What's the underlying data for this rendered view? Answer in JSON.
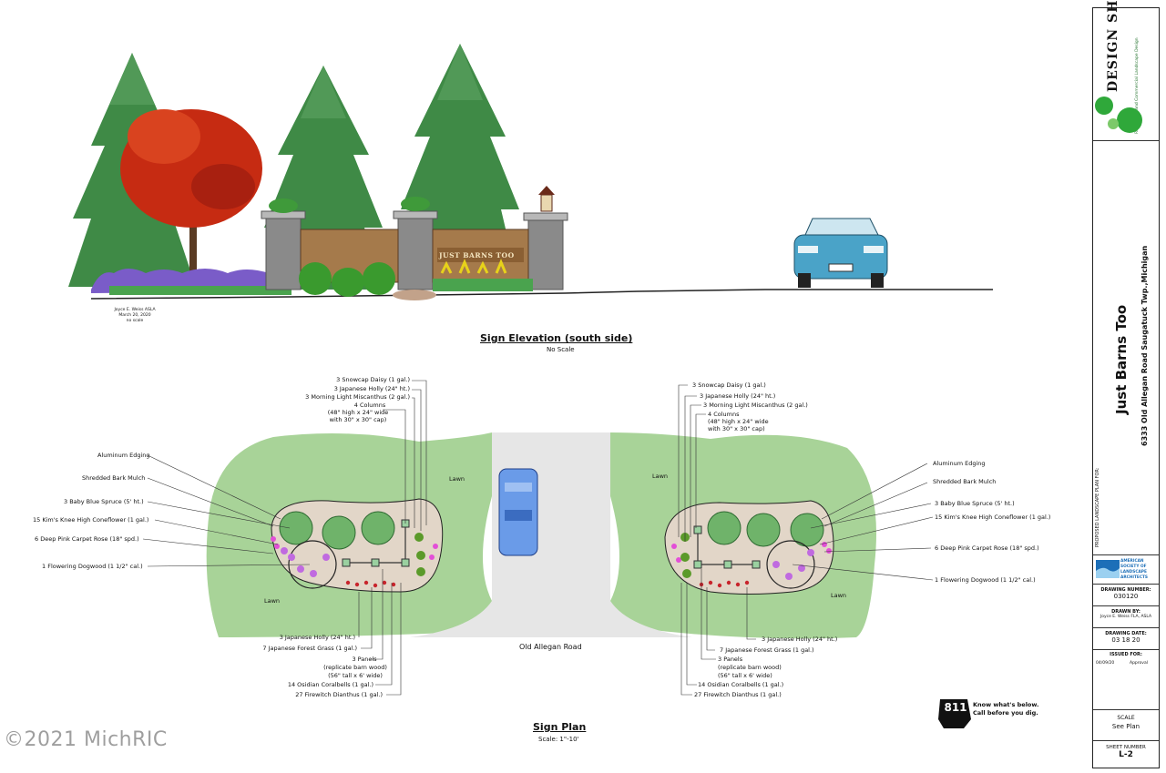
{
  "elevation": {
    "title": "Sign Elevation (south side)",
    "scale": "No Scale",
    "sign_text": "JUST BARNS TOO",
    "designer_note": [
      "Joyce E. Weiss ASLA",
      "March 20, 2020",
      "no scale"
    ]
  },
  "plan": {
    "title": "Sign Plan",
    "scale": "Scale: 1\"-10'",
    "road_label": "Old Allegan Road",
    "lawn_label": "Lawn",
    "left_top_labels": [
      "3 Snowcap Daisy (1 gal.)",
      "3 Japanese Holly (24\" ht.)",
      "3 Morning Light Miscanthus (2 gal.)",
      "4 Columns",
      "(48\" high x 24\" wide",
      "with 30\" x 30\" cap)"
    ],
    "left_side_labels": [
      "Aluminum Edging",
      "Shredded Bark Mulch",
      "3 Baby Blue Spruce (5' ht.)",
      "15 Kim's Knee High Coneflower (1 gal.)",
      "6 Deep Pink Carpet Rose (18\" spd.)",
      "1 Flowering Dogwood (1 1/2\" cal.)"
    ],
    "left_bottom_labels": [
      "3 Japanese Holly (24\" ht.)",
      "7 Japanese Forest Grass (1 gal.)",
      "3 Panels",
      "(replicate barn wood)",
      "(56\" tall x 6' wide)",
      "14 Osidian Coralbells (1 gal.)",
      "27 Firewitch Dianthus (1 gal.)"
    ],
    "right_top_labels": [
      "3 Snowcap Daisy (1 gal.)",
      "3 Japanese Holly (24\" ht.)",
      "3 Morning Light Miscanthus (2 gal.)",
      "4 Columns",
      "(48\" high x 24\" wide",
      "with 30\" x 30\" cap)"
    ],
    "right_side_labels": [
      "Aluminum Edging",
      "Shredded Bark Mulch",
      "3 Baby Blue Spruce (5' ht.)",
      "15 Kim's Knee High Coneflower (1 gal.)",
      "6 Deep Pink Carpet Rose (18\" spd.)",
      "1 Flowering Dogwood (1 1/2\" cal.)"
    ],
    "right_bottom_labels": [
      "3 Japanese Holly (24\" ht.)",
      "7 Japanese Forest Grass (1 gal.)",
      "3 Panels",
      "(replicate barn wood)",
      "(56\" tall x 6' wide)",
      "14 Osidian Coralbells (1 gal.)",
      "27 Firewitch Dianthus (1 gal.)"
    ]
  },
  "utility": {
    "badge": "811",
    "line1": "Know what's below.",
    "line2": "Call before you dig."
  },
  "title_block": {
    "firm": "DESIGN SHAPES",
    "firm_sub": "Residential and Commercial Landscape Design",
    "project_label": "PROPOSED LANDSCAPE PLAN FOR:",
    "project_name": "Just Barns Too",
    "project_address": "6333 Old Allegan Road  Saugatuck Twp.,Michigan",
    "asla": "AMERICAN SOCIETY OF LANDSCAPE ARCHITECTS",
    "drawing_number_label": "DRAWING NUMBER:",
    "drawing_number": "030120",
    "drawn_by_label": "DRAWN BY:",
    "drawn_by": "Joyce E. Weiss FLA, ASLA",
    "drawing_date_label": "DRAWING DATE:",
    "drawing_date": "03 18 20",
    "issued_label": "ISSUED FOR:",
    "issued_date": "04/09/20",
    "issued_for": "Approval",
    "scale_label": "SCALE",
    "scale_value": "See Plan",
    "sheet_label": "SHEET NUMBER",
    "sheet_number": "L-2"
  },
  "watermark": "©2021 MichRIC",
  "colors": {
    "lawn": "#a8d398",
    "bed": "#e2d6c8",
    "road": "#e6e6e6",
    "spruce": "#3f8a46",
    "maple": "#c62b12",
    "stone": "#8a8a8a",
    "wood": "#a57a4b",
    "car_plan": "#6a9be8",
    "car_elev": "#4aa3c8",
    "lavender": "#7a5cc8"
  }
}
